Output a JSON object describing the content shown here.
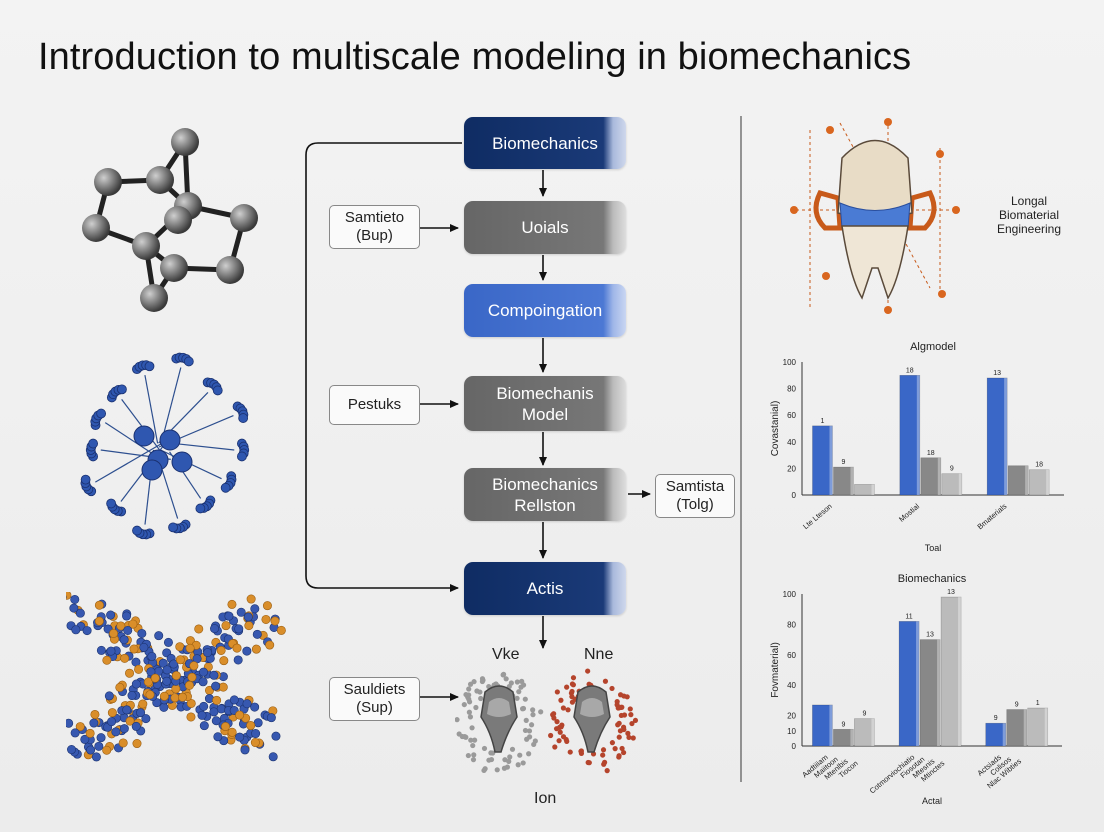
{
  "title": "Introduction to multiscale modeling in biomechanics",
  "flow": {
    "biomechanics": "Biomechanics",
    "uoials": "Uoials",
    "compoingation": "Compoingation",
    "model": "Biomechanis\nModel",
    "relation": "Biomechanics\nRellston",
    "actis": "Actis"
  },
  "side_boxes": {
    "samtieto": "Samtieto\n(Bup)",
    "pestuks": "Pestuks",
    "samtista": "Samtista\n(Tolg)",
    "sauldiets": "Sauldiets\n(Sup)"
  },
  "bottom": {
    "left_label": "Vke",
    "right_label": "Nne",
    "caption": "Ion"
  },
  "right_caption": "Longal\nBiomaterial\nEngineering",
  "colors": {
    "navy": "#0f2c63",
    "blue": "#3a67c7",
    "gray": "#777777"
  },
  "chart_data": [
    {
      "type": "bar",
      "title": "Algmodel",
      "ylabel": "Covastanial)",
      "xlabel": "Toal",
      "ylim": [
        0,
        100
      ],
      "yticks": [
        0,
        20,
        40,
        60,
        80,
        100
      ],
      "ytick_labels": [
        "0",
        "20",
        "40",
        "60",
        "80",
        "100"
      ],
      "categories": [
        "Lte Lteson",
        "Mostial",
        "Bmaterials"
      ],
      "series": [
        {
          "values": [
            52,
            90,
            88
          ],
          "color": "#3a67c7",
          "labels": [
            "1",
            "18",
            "13"
          ]
        },
        {
          "values": [
            21,
            28,
            22
          ],
          "color": "#888888",
          "labels": [
            "9",
            "18",
            ""
          ]
        },
        {
          "values": [
            8,
            16,
            19
          ],
          "color": "#bbbbbb",
          "labels": [
            "",
            "9",
            "18"
          ]
        }
      ]
    },
    {
      "type": "bar",
      "title": "Biomechanics",
      "ylabel": "Fovmaterial)",
      "xlabel": "Actal",
      "ylim": [
        0,
        100
      ],
      "yticks": [
        0,
        10,
        20,
        40,
        60,
        80,
        100
      ],
      "ytick_labels": [
        "0",
        "10",
        "20",
        "40",
        "60",
        "80",
        "100"
      ],
      "categories": [
        [
          "Aadtiiiam",
          "Maiitoon",
          "Mtenlbis",
          "Tiocon"
        ],
        [
          "Cotmorviochiatio",
          "Fiosotan",
          "Mtesnis",
          "Mtinctes"
        ],
        [
          "Actsiads",
          "Colisos",
          "Nlac Wibties"
        ]
      ],
      "series": [
        {
          "values": [
            27,
            82,
            15
          ],
          "color": "#3a67c7",
          "labels": [
            "",
            "11",
            "9"
          ]
        },
        {
          "values": [
            11,
            70,
            24
          ],
          "color": "#888888",
          "labels": [
            "9",
            "13",
            "9"
          ]
        },
        {
          "values": [
            18,
            98,
            25
          ],
          "color": "#bbbbbb",
          "labels": [
            "9",
            "13",
            "1"
          ]
        }
      ]
    }
  ]
}
